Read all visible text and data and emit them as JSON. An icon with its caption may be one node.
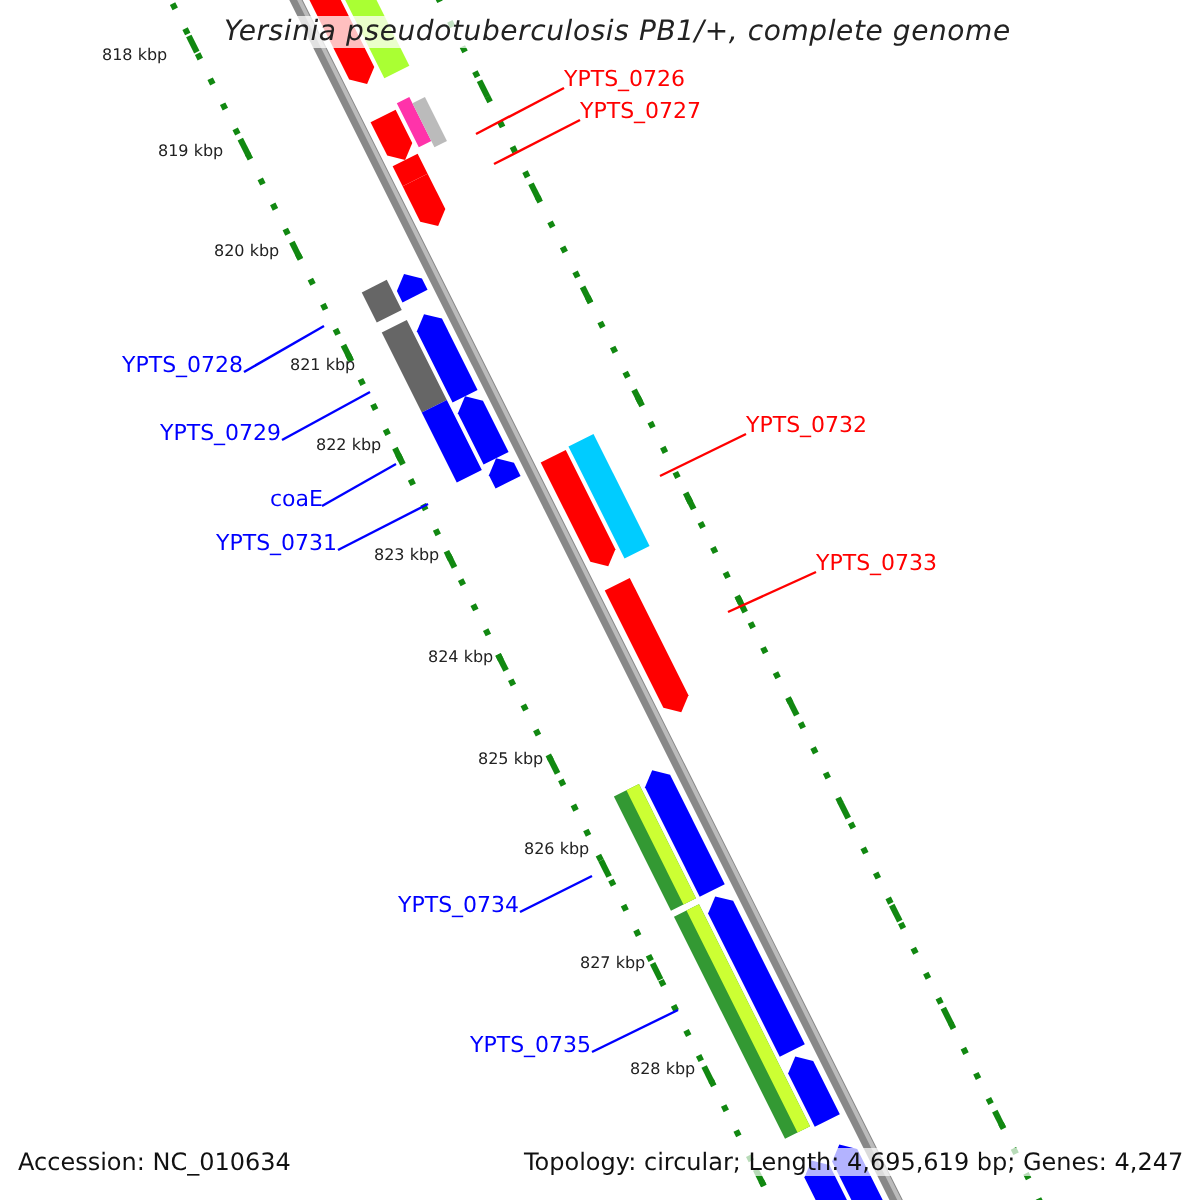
{
  "diagram": {
    "title": "Yersinia pseudotuberculosis PB1/+, complete genome",
    "nodes": [
      {
        "text": [
          "YPTS_0726"
        ]
      },
      {
        "text": [
          "YPTS_0727"
        ]
      },
      {
        "text": [
          "YPTS_0728"
        ]
      },
      {
        "text": [
          "YPTS_0729"
        ]
      },
      {
        "text": [
          "coaE"
        ]
      },
      {
        "text": [
          "YPTS_0731"
        ]
      },
      {
        "text": [
          "YPTS_0732"
        ]
      },
      {
        "text": [
          "YPTS_0733"
        ]
      },
      {
        "text": [
          "YPTS_0734"
        ]
      },
      {
        "text": [
          "YPTS_0735"
        ]
      }
    ],
    "edges": [
      {
        "from": 0,
        "to": null,
        "arrow": "none",
        "color": "#ff0000"
      },
      {
        "from": 1,
        "to": null,
        "arrow": "none",
        "color": "#ff0000"
      },
      {
        "from": 2,
        "to": null,
        "arrow": "none"
      },
      {
        "from": 3,
        "to": null,
        "arrow": "none"
      },
      {
        "from": 4,
        "to": null,
        "arrow": "none"
      },
      {
        "from": 5,
        "to": null,
        "arrow": "none"
      },
      {
        "from": 6,
        "to": null,
        "arrow": "none",
        "color": "#ff0000"
      },
      {
        "from": 7,
        "to": null,
        "arrow": "none",
        "color": "#ff0000"
      },
      {
        "from": 8,
        "to": null,
        "arrow": "none"
      },
      {
        "from": 9,
        "to": null,
        "arrow": "none"
      }
    ],
    "labels": [
      "818 kbp",
      "819 kbp",
      "820 kbp",
      "821 kbp",
      "822 kbp",
      "823 kbp",
      "824 kbp",
      "825 kbp",
      "826 kbp",
      "827 kbp",
      "828 kbp",
      "Accession: NC_010634",
      "Topology: circular; Length: 4,695,619 bp; Genes: 4,247"
    ]
  }
}
